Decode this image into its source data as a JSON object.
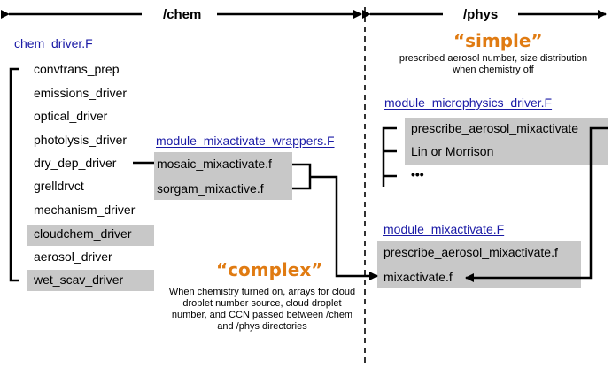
{
  "headers": {
    "chem": "/chem",
    "phys": "/phys"
  },
  "chem_driver": {
    "title": "chem_driver.F",
    "items": [
      "convtrans_prep",
      "emissions_driver",
      "optical_driver",
      "photolysis_driver",
      "dry_dep_driver",
      "grelldrvct",
      "mechanism_driver",
      "cloudchem_driver",
      "aerosol_driver",
      "wet_scav_driver"
    ]
  },
  "wrappers": {
    "title": "module_mixactivate_wrappers.F",
    "items": [
      "mosaic_mixactivate.f",
      "sorgam_mixactive.f"
    ]
  },
  "complex": {
    "label": "“complex”",
    "note": "When chemistry turned on, arrays for cloud droplet number source, cloud droplet number, and CCN passed between /chem and /phys directories"
  },
  "simple": {
    "label": "“simple”",
    "note": "prescribed aerosol number, size distribution when chemistry off"
  },
  "microphysics": {
    "title": "module_microphysics_driver.F",
    "items": [
      "prescribe_aerosol_mixactivate",
      "Lin or Morrison",
      "•••"
    ]
  },
  "mixactivate": {
    "title": "module_mixactivate.F",
    "items": [
      "prescribe_aerosol_mixactivate.f",
      "mixactivate.f"
    ]
  },
  "colors": {
    "module_link": "#1a1aa6",
    "keyword": "#e07b12",
    "highlight": "#c8c8c8"
  }
}
